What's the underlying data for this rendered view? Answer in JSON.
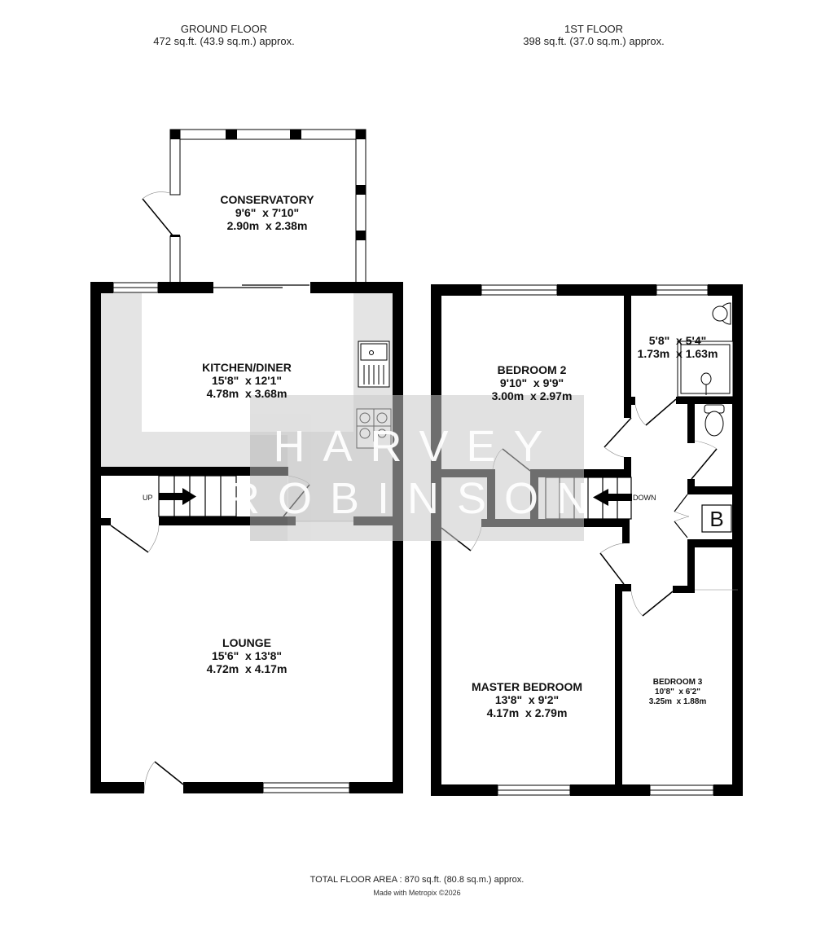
{
  "ground_floor": {
    "title": "GROUND FLOOR",
    "area": "472 sq.ft. (43.9 sq.m.) approx.",
    "stairs_label": "UP",
    "rooms": [
      {
        "name": "CONSERVATORY",
        "imperial": "9'6\"  x 7'10\"",
        "metric": "2.90m  x 2.38m"
      },
      {
        "name": "KITCHEN/DINER",
        "imperial": "15'8\"  x 12'1\"",
        "metric": "4.78m  x 3.68m"
      },
      {
        "name": "LOUNGE",
        "imperial": "15'6\"  x 13'8\"",
        "metric": "4.72m  x 4.17m"
      }
    ]
  },
  "first_floor": {
    "title": "1ST FLOOR",
    "area": "398 sq.ft. (37.0 sq.m.) approx.",
    "stairs_label": "DOWN",
    "boiler_label": "B",
    "rooms": [
      {
        "name": "BEDROOM 2",
        "imperial": "9'10\"  x 9'9\"",
        "metric": "3.00m  x 2.97m"
      },
      {
        "name": "",
        "imperial": "5'8\"  x 5'4\"",
        "metric": "1.73m  x 1.63m"
      },
      {
        "name": "MASTER BEDROOM",
        "imperial": "13'8\"  x 9'2\"",
        "metric": "4.17m  x 2.79m"
      },
      {
        "name": "BEDROOM 3",
        "imperial": "10'8\"  x 6'2\"",
        "metric": "3.25m  x 1.88m"
      }
    ]
  },
  "watermark": {
    "line1": "HARVEY",
    "line2": "ROBINSON"
  },
  "footer": {
    "total_area": "TOTAL FLOOR AREA : 870 sq.ft. (80.8 sq.m.) approx.",
    "credit": "Made with Metropix ©2026"
  },
  "colors": {
    "wall": "#000000",
    "shaded_floor": "#e4e4e4",
    "watermark_box": "#d9d9d9",
    "watermark_text": "#ffffff"
  }
}
